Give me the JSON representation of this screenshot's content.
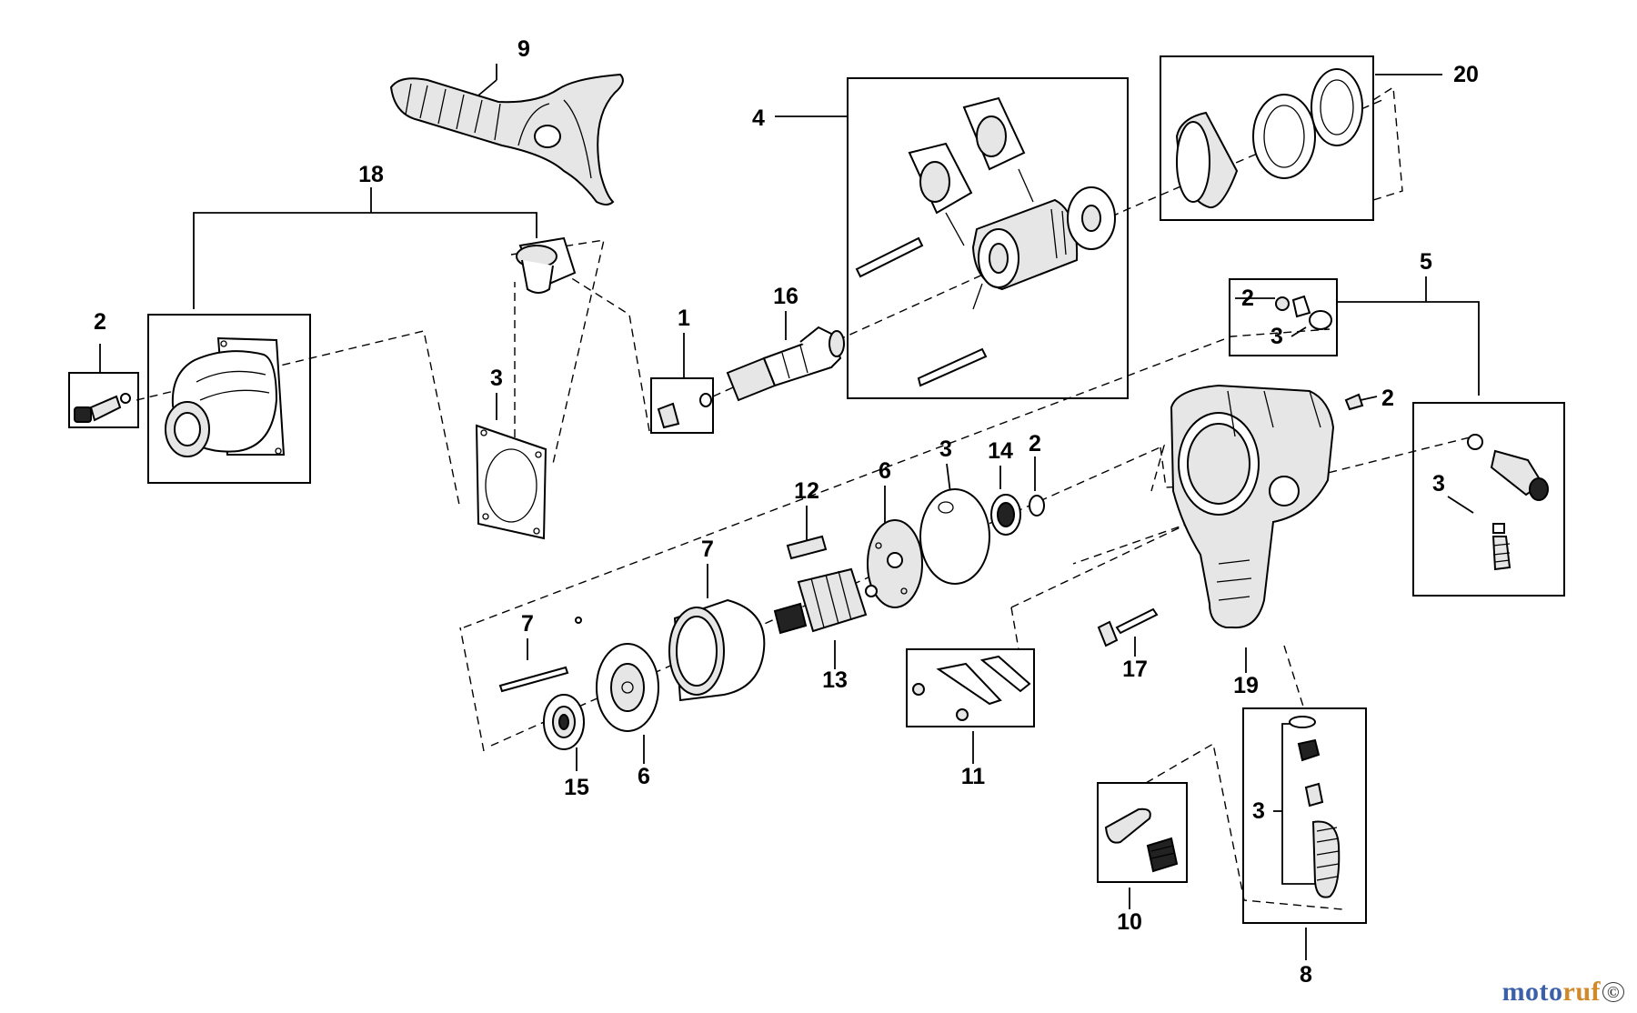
{
  "callouts": {
    "c1": "1",
    "c2a": "2",
    "c2b": "2",
    "c2c": "2",
    "c2d": "2",
    "c3a": "3",
    "c3b": "3",
    "c3c": "3",
    "c3d": "3",
    "c3e": "3",
    "c4": "4",
    "c5": "5",
    "c6a": "6",
    "c6b": "6",
    "c7a": "7",
    "c7b": "7",
    "c8": "8",
    "c9": "9",
    "c10": "10",
    "c11": "11",
    "c12": "12",
    "c13": "13",
    "c14": "14",
    "c15": "15",
    "c16": "16",
    "c17": "17",
    "c18": "18",
    "c19": "19",
    "c20": "20"
  },
  "watermark": {
    "part1": "moto",
    "part2": "ruf",
    "symbol": "©"
  }
}
